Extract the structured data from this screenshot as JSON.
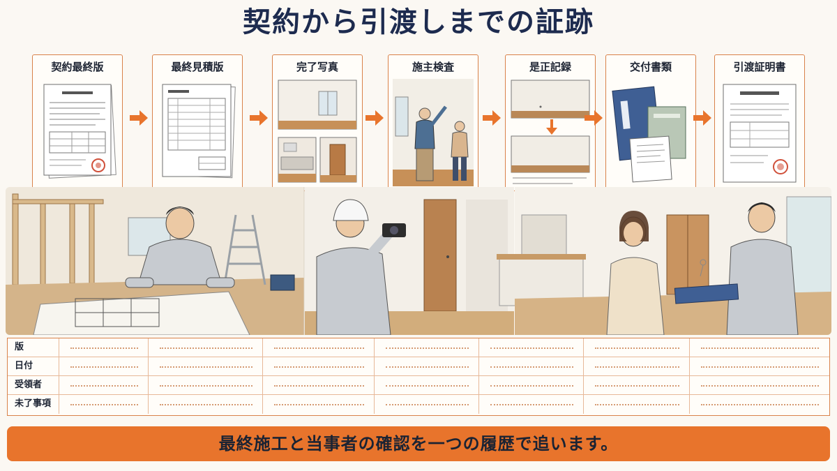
{
  "title": "契約から引渡しまでの証跡",
  "steps": [
    {
      "label": "契約最終版"
    },
    {
      "label": "最終見積版"
    },
    {
      "label": "完了写真"
    },
    {
      "label": "施主検査"
    },
    {
      "label": "是正記録"
    },
    {
      "label": "交付書類"
    },
    {
      "label": "引渡証明書"
    }
  ],
  "table": {
    "rows": [
      "版",
      "日付",
      "受領者",
      "未了事項"
    ]
  },
  "banner": "最終施工と当事者の確認を一つの履歴で追います。",
  "colors": {
    "accent": "#e8742c",
    "border": "#d9824a",
    "title": "#1d2b4f",
    "background": "#fbf8f3"
  }
}
